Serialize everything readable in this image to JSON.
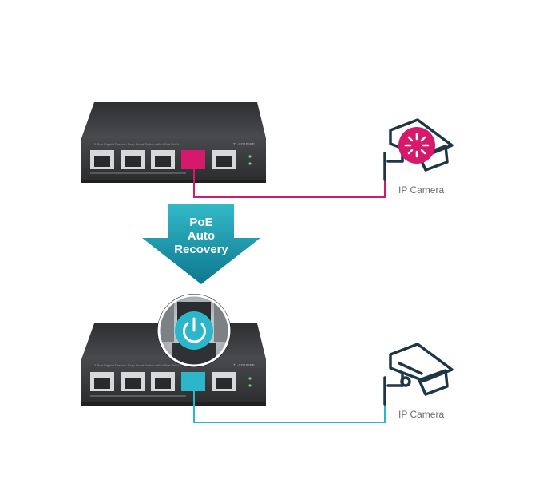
{
  "diagram": {
    "arrow_lines": [
      "PoE",
      "Auto",
      "Recovery"
    ],
    "camera_label": "IP Camera",
    "switch_model": "TL-SG105PE",
    "colors": {
      "fault": "#d6196b",
      "recovered": "#2bb6c9",
      "arrow_top": "#2fb5c4",
      "arrow_bottom": "#0f7f95",
      "switch_body": "#3a3b3d",
      "camera_outline": "#1e3746"
    },
    "icons": [
      "switch",
      "ip-camera-icon",
      "fault-spinner-icon",
      "power-recovery-icon"
    ]
  }
}
